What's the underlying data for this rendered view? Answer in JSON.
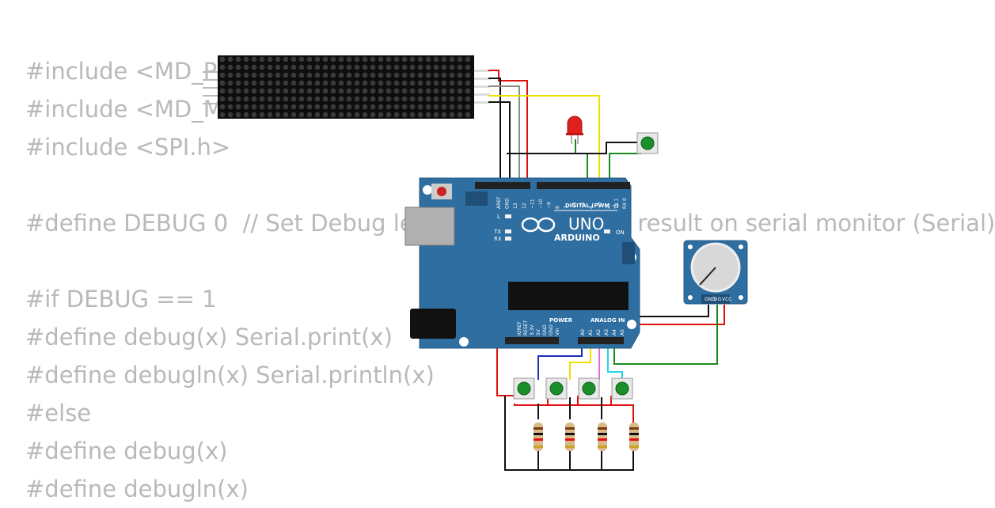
{
  "code_lines": [
    "#include <MD_Parola.h>",
    "#include <MD_MAX72xx.h>",
    "#include <SPI.h>",
    "",
    "#define DEBUG 0  // Set Debug level. Set to 1 to see result on serial monitor (Serial)",
    "",
    "#if DEBUG == 1",
    "#define debug(x) Serial.print(x)",
    "#define debugln(x) Serial.println(x)",
    "#else",
    "#define debug(x)",
    "#define debugln(x)"
  ],
  "board": {
    "digital_header": "DIGITAL (PWM ~)",
    "brand": "ARDUINO",
    "model": "UNO",
    "on_label": "ON",
    "led_l": "L",
    "led_tx": "TX",
    "led_rx": "RX",
    "power_header": "POWER",
    "analog_header": "ANALOG IN",
    "digital_pins": [
      "AREF",
      "GND",
      "13",
      "12",
      "~11",
      "~10",
      "~9",
      "8",
      "7",
      "~6",
      "~5",
      "4",
      "~3",
      "2",
      "TX 1",
      "RX 0"
    ],
    "power_pins": [
      "IOREF",
      "RESET",
      "3.3V",
      "5V",
      "GND",
      "GND",
      "Vin"
    ],
    "analog_pins": [
      "A0",
      "A1",
      "A2",
      "A3",
      "A4",
      "A5"
    ]
  },
  "potentiometer": {
    "pins": [
      "GND",
      "SIG",
      "VCC"
    ]
  },
  "colors": {
    "board": "#2e6ea1",
    "matrix": "#111111",
    "wire_red": "#e01010",
    "wire_black": "#111111",
    "wire_yellow": "#f0e000",
    "wire_green": "#1a8a1a",
    "wire_blue": "#1a2fb8",
    "wire_gray": "#8a8a8a",
    "wire_cyan": "#20d8e8",
    "wire_violet": "#e070e0",
    "button_cap": "#1a8f2a",
    "led": "#e02020",
    "code_text": "#b9b9b9"
  }
}
